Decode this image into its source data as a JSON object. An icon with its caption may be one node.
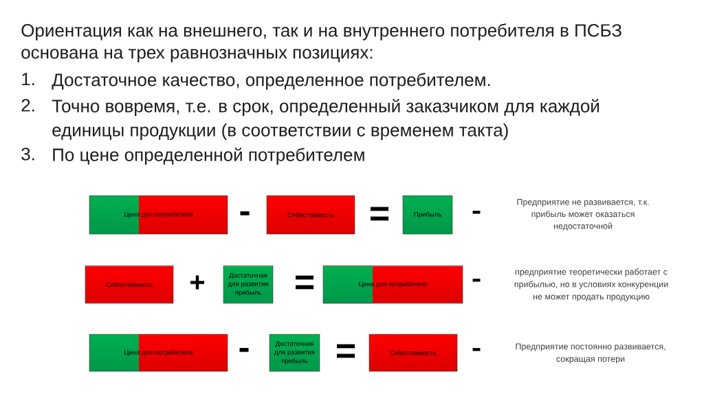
{
  "diagram": {
    "title": "Ориентация как на внешнего, так и на внутреннего потребителя в ПСБЗ основана на трех равнозначных позициях:",
    "nodes": [
      {
        "text": [
          "Цена для потребителя"
        ]
      },
      {
        "text": [
          "Себестоимость"
        ]
      },
      {
        "text": [
          "Прибыль"
        ]
      },
      {
        "text": [
          "Себестоимость"
        ]
      },
      {
        "text": [
          "Достаточная для развития прибыль"
        ]
      },
      {
        "text": [
          "Цена для потребителя"
        ]
      },
      {
        "text": [
          "Цена для потребителя"
        ]
      },
      {
        "text": [
          "Достаточная для развития прибыль"
        ]
      },
      {
        "text": [
          "Себестоимость"
        ]
      }
    ],
    "labels": [
      "1.",
      "Достаточное качество, определенное потребителем.",
      "2.",
      "Точно вовремя, т.е. в срок, определенный заказчиком для каждой единицы продукции (в соответствии с временем такта)",
      "3.",
      "По цене определенной потребителем",
      "−",
      "=",
      "–",
      "Предприятие не развивается, т.к. прибыль может оказаться недостаточной",
      "+",
      "=",
      "–",
      "предприятие теоретически работает с прибылью, но в условиях конкуренции не может продать продукцию",
      "−",
      "=",
      "–",
      "Предприятие постоянно развивается, сокращая потери"
    ]
  }
}
